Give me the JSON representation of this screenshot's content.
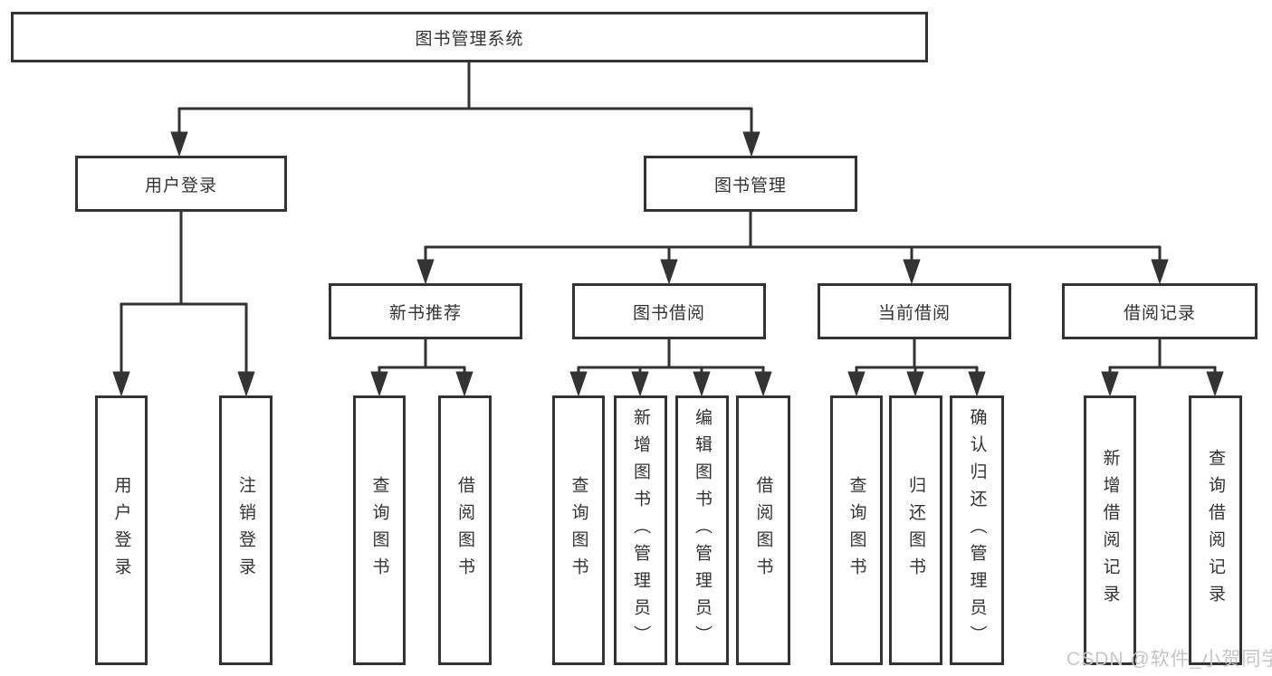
{
  "diagram": {
    "title": "图书管理系统",
    "watermark": "CSDN @软件_小贺同学",
    "colors": {
      "line": "#333333",
      "text": "#333333",
      "background": "#ffffff",
      "watermark": "#c6c6c6"
    }
  },
  "tree": {
    "root": {
      "label": "图书管理系统",
      "children": [
        {
          "label": "用户登录",
          "children": [
            {
              "label": "用户登录"
            },
            {
              "label": "注销登录"
            }
          ]
        },
        {
          "label": "图书管理",
          "children": [
            {
              "label": "新书推荐",
              "children": [
                {
                  "label": "查询图书"
                },
                {
                  "label": "借阅图书"
                }
              ]
            },
            {
              "label": "图书借阅",
              "children": [
                {
                  "label": "查询图书"
                },
                {
                  "label": "新增图书（管理员）"
                },
                {
                  "label": "编辑图书（管理员）"
                },
                {
                  "label": "借阅图书"
                }
              ]
            },
            {
              "label": "当前借阅",
              "children": [
                {
                  "label": "查询图书"
                },
                {
                  "label": "归还图书"
                },
                {
                  "label": "确认归还（管理员）"
                }
              ]
            },
            {
              "label": "借阅记录",
              "children": [
                {
                  "label": "新增借阅记录"
                },
                {
                  "label": "查询借阅记录"
                }
              ]
            }
          ]
        }
      ]
    }
  }
}
